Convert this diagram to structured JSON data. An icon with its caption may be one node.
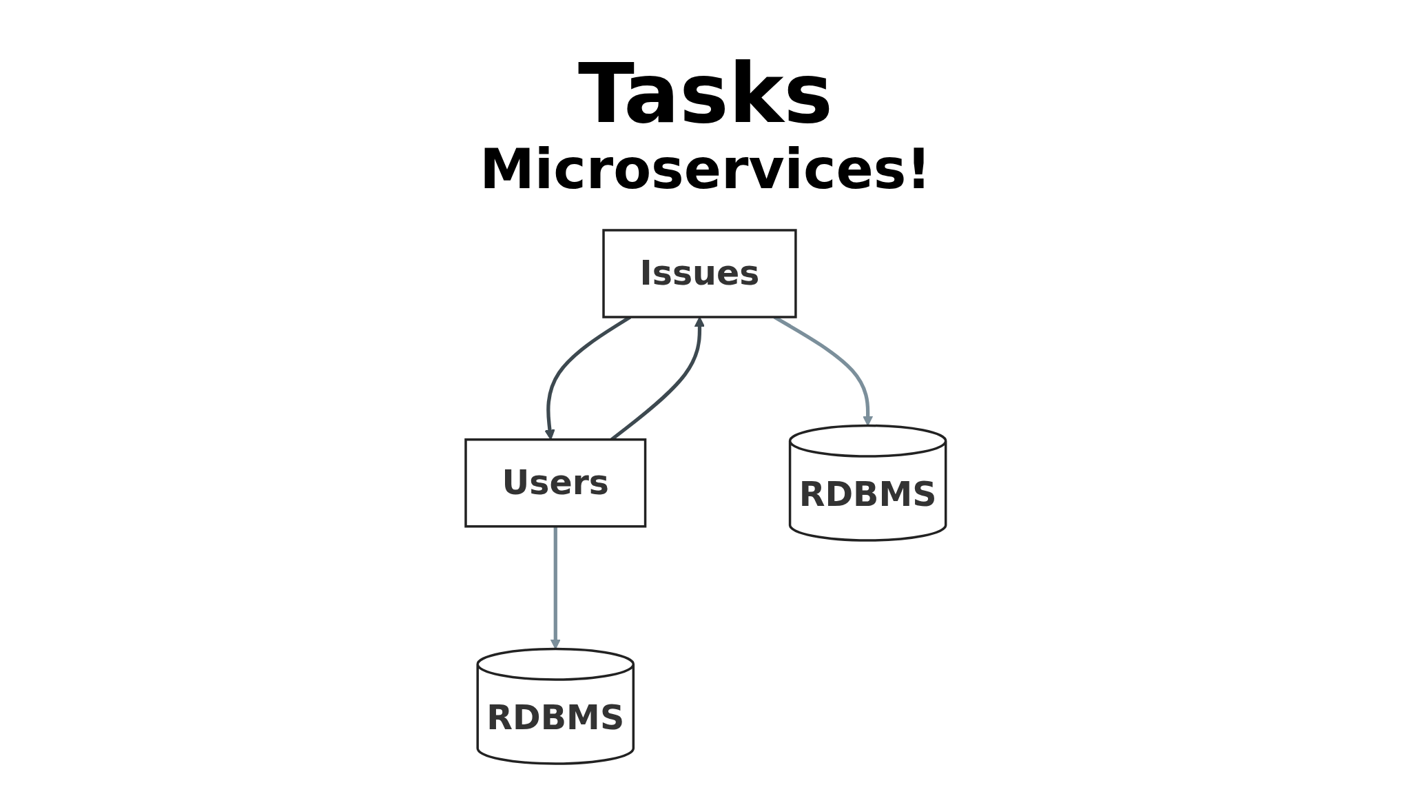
{
  "diagram": {
    "title": "Tasks",
    "nodes": [
      {
        "text": [
          "Issues"
        ]
      },
      {
        "text": [
          "Users"
        ]
      },
      {
        "text": [
          "RDBMS"
        ]
      },
      {
        "text": [
          "RDBMS"
        ]
      }
    ],
    "edges": [
      {
        "from": 0,
        "to": 1,
        "arrow": "to",
        "color": "#3d4950"
      },
      {
        "from": 1,
        "to": 0,
        "arrow": "to",
        "color": "#3d4950"
      },
      {
        "from": 0,
        "to": 2,
        "arrow": "to",
        "color": "#7b8f9b"
      },
      {
        "from": 1,
        "to": 3,
        "arrow": "to",
        "color": "#7b8f9b"
      }
    ],
    "labels": [
      "Microservices!"
    ]
  }
}
